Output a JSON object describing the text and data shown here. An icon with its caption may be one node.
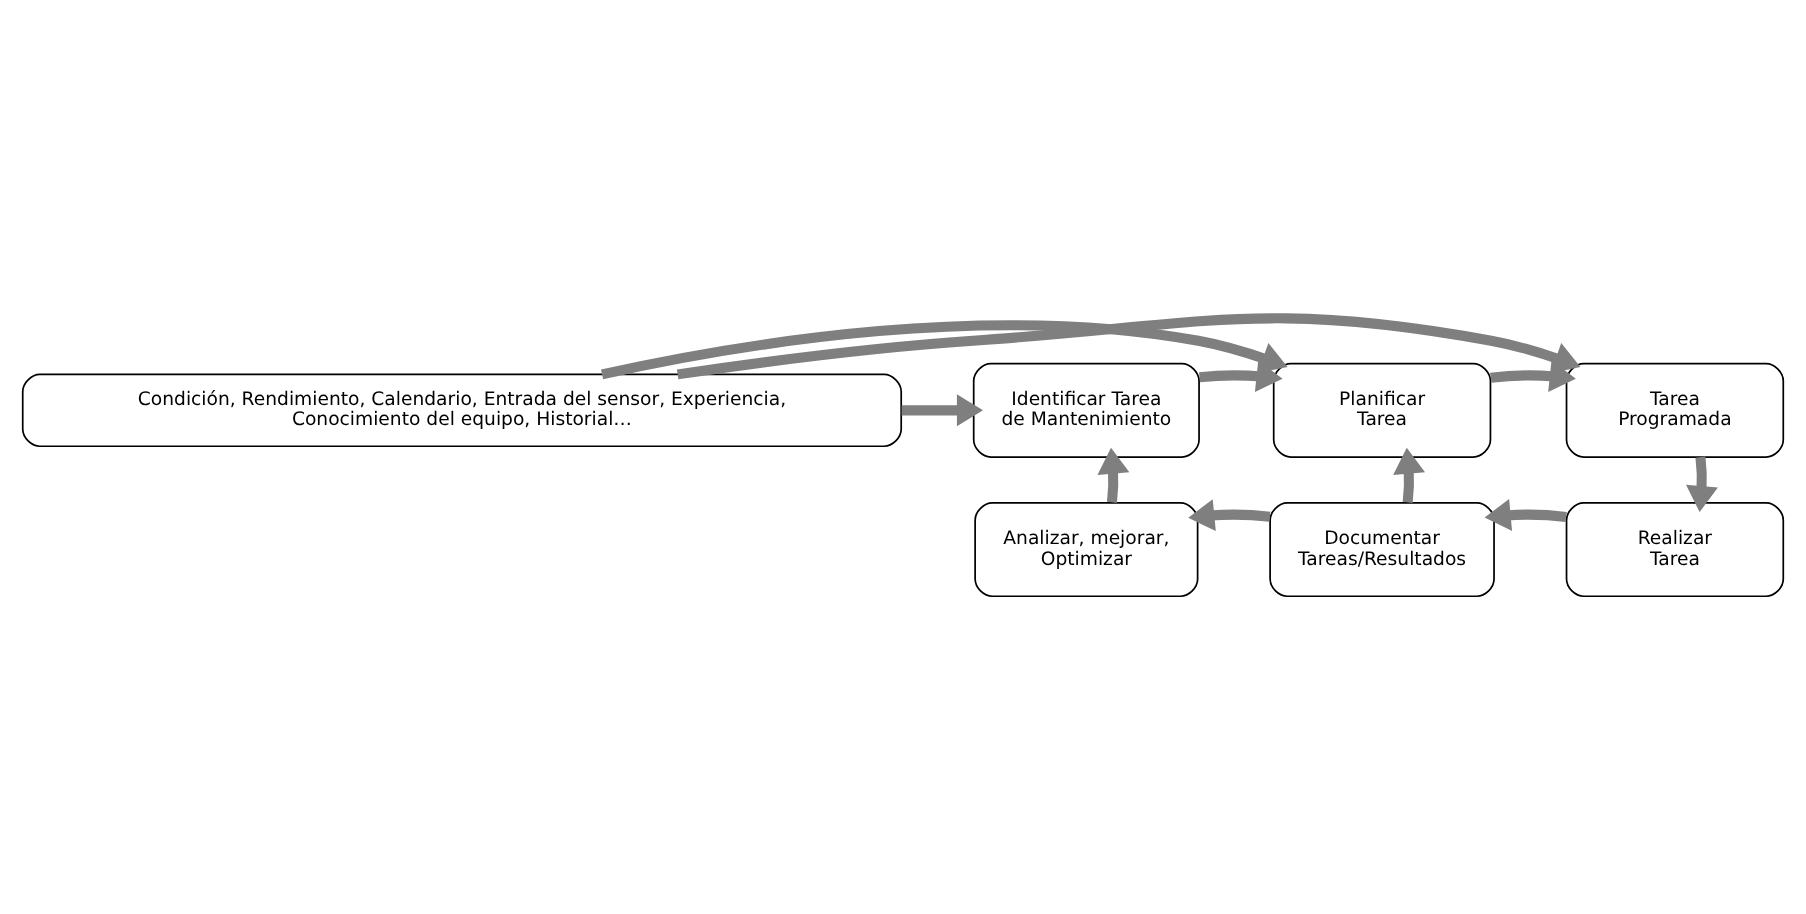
{
  "diagram": {
    "nodes": [
      {
        "text": [
          "Condición, Rendimiento, Calendario, Entrada del sensor, Experiencia, Conocimiento del equipo, Historial…"
        ]
      },
      {
        "text": [
          "Identificar Tarea de Mantenimiento"
        ]
      },
      {
        "text": [
          "Planificar Tarea"
        ]
      },
      {
        "text": [
          "Tarea Programada"
        ]
      },
      {
        "text": [
          "Analizar, mejorar, Optimizar"
        ]
      },
      {
        "text": [
          "Documentar Tareas/Resultados"
        ]
      },
      {
        "text": [
          "Realizar Tarea"
        ]
      }
    ],
    "edges": [
      {
        "from": 0,
        "to": 1,
        "arrow": "to"
      },
      {
        "from": 0,
        "to": 2,
        "arrow": "to"
      },
      {
        "from": 0,
        "to": 3,
        "arrow": "to"
      },
      {
        "from": 1,
        "to": 2,
        "arrow": "to"
      },
      {
        "from": 2,
        "to": 3,
        "arrow": "to"
      },
      {
        "from": 3,
        "to": 6,
        "arrow": "to"
      },
      {
        "from": 6,
        "to": 5,
        "arrow": "to"
      },
      {
        "from": 5,
        "to": 4,
        "arrow": "to"
      },
      {
        "from": 5,
        "to": 2,
        "arrow": "to"
      },
      {
        "from": 4,
        "to": 1,
        "arrow": "to"
      }
    ]
  }
}
